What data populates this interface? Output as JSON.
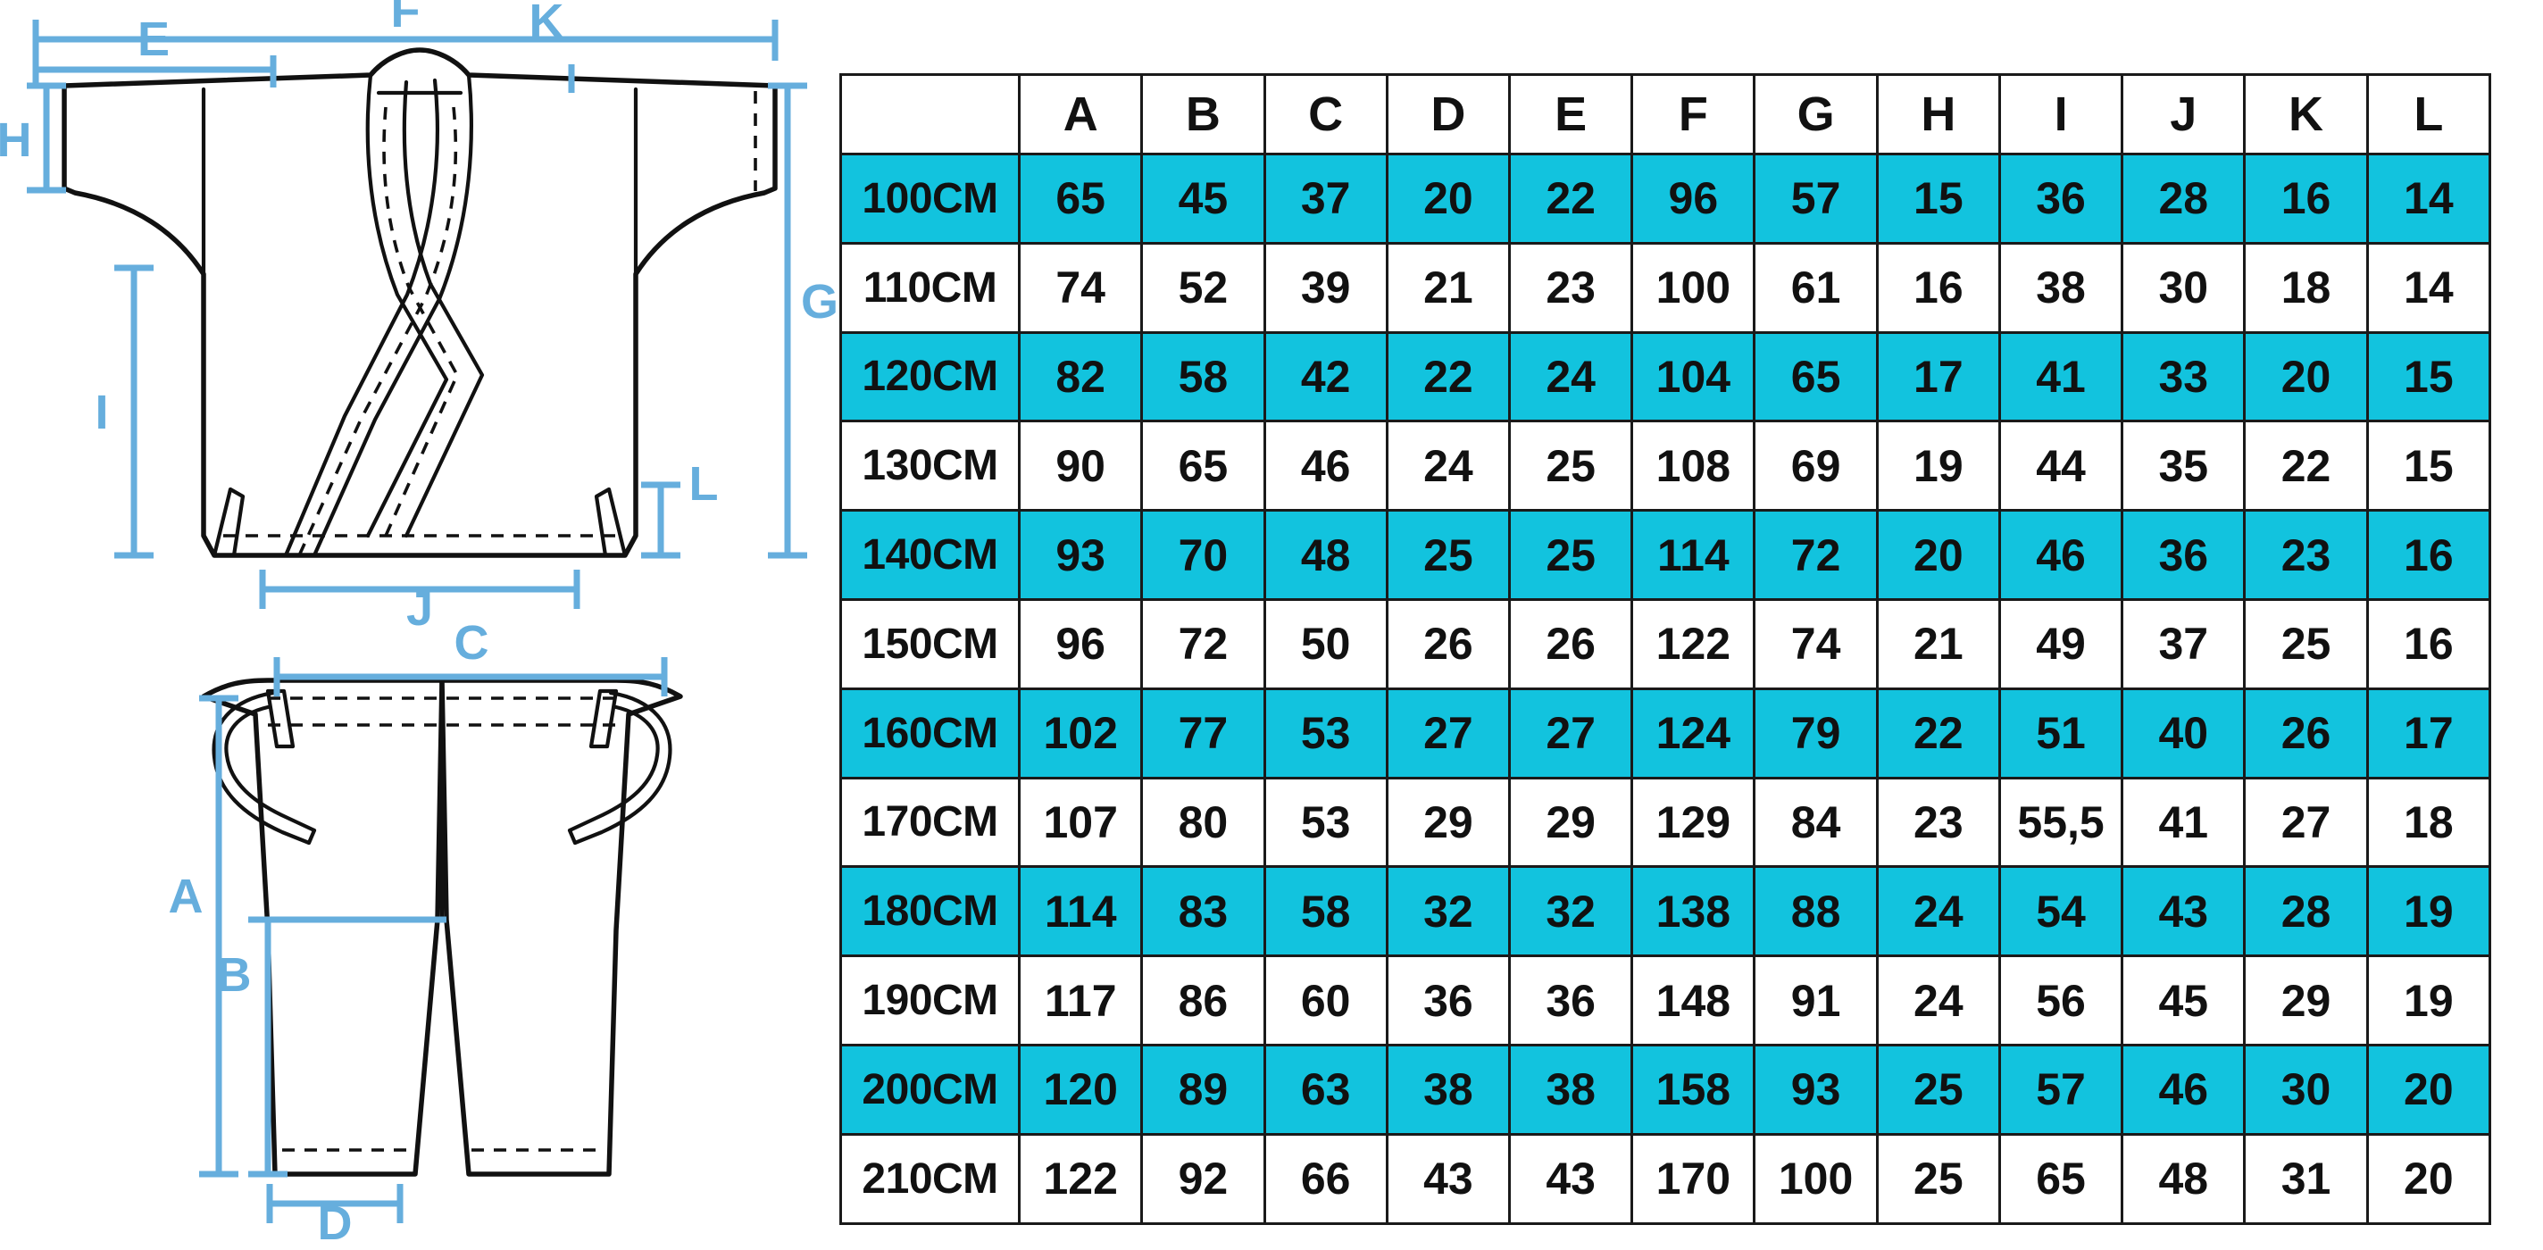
{
  "diagram": {
    "jacket": {
      "name": "karate-jacket-technical-drawing",
      "labels": [
        {
          "id": "F",
          "text": "F",
          "meaning": "jacket-total-sleeve-span"
        },
        {
          "id": "E",
          "text": "E",
          "meaning": "jacket-sleeve-length"
        },
        {
          "id": "K",
          "text": "K",
          "meaning": "jacket-shoulder-to-body-seam"
        },
        {
          "id": "H",
          "text": "H",
          "meaning": "jacket-sleeve-opening-height"
        },
        {
          "id": "G",
          "text": "G",
          "meaning": "jacket-total-length"
        },
        {
          "id": "I",
          "text": "I",
          "meaning": "jacket-body-length"
        },
        {
          "id": "L",
          "text": "L",
          "meaning": "jacket-side-vent-height"
        },
        {
          "id": "J",
          "text": "J",
          "meaning": "jacket-hem-width"
        }
      ]
    },
    "pants": {
      "name": "karate-pants-technical-drawing",
      "labels": [
        {
          "id": "C",
          "text": "C",
          "meaning": "pants-waist-width"
        },
        {
          "id": "A",
          "text": "A",
          "meaning": "pants-total-length"
        },
        {
          "id": "B",
          "text": "B",
          "meaning": "pants-inseam-length"
        },
        {
          "id": "D",
          "text": "D",
          "meaning": "pants-leg-opening-width"
        }
      ]
    }
  },
  "colors": {
    "accent_cyan": "#12C3DE",
    "accent_blue": "#66AEDD",
    "line_black": "#111111",
    "white": "#FFFFFF"
  },
  "chart_data": {
    "type": "table",
    "title": "",
    "corner_header": "",
    "columns": [
      "A",
      "B",
      "C",
      "D",
      "E",
      "F",
      "G",
      "H",
      "I",
      "J",
      "K",
      "L"
    ],
    "row_header_label": "",
    "rows": [
      {
        "size": "100CM",
        "highlight": true,
        "values": [
          "65",
          "45",
          "37",
          "20",
          "22",
          "96",
          "57",
          "15",
          "36",
          "28",
          "16",
          "14"
        ]
      },
      {
        "size": "110CM",
        "highlight": false,
        "values": [
          "74",
          "52",
          "39",
          "21",
          "23",
          "100",
          "61",
          "16",
          "38",
          "30",
          "18",
          "14"
        ]
      },
      {
        "size": "120CM",
        "highlight": true,
        "values": [
          "82",
          "58",
          "42",
          "22",
          "24",
          "104",
          "65",
          "17",
          "41",
          "33",
          "20",
          "15"
        ]
      },
      {
        "size": "130CM",
        "highlight": false,
        "values": [
          "90",
          "65",
          "46",
          "24",
          "25",
          "108",
          "69",
          "19",
          "44",
          "35",
          "22",
          "15"
        ]
      },
      {
        "size": "140CM",
        "highlight": true,
        "values": [
          "93",
          "70",
          "48",
          "25",
          "25",
          "114",
          "72",
          "20",
          "46",
          "36",
          "23",
          "16"
        ]
      },
      {
        "size": "150CM",
        "highlight": false,
        "values": [
          "96",
          "72",
          "50",
          "26",
          "26",
          "122",
          "74",
          "21",
          "49",
          "37",
          "25",
          "16"
        ]
      },
      {
        "size": "160CM",
        "highlight": true,
        "values": [
          "102",
          "77",
          "53",
          "27",
          "27",
          "124",
          "79",
          "22",
          "51",
          "40",
          "26",
          "17"
        ]
      },
      {
        "size": "170CM",
        "highlight": false,
        "values": [
          "107",
          "80",
          "53",
          "29",
          "29",
          "129",
          "84",
          "23",
          "55,5",
          "41",
          "27",
          "18"
        ]
      },
      {
        "size": "180CM",
        "highlight": true,
        "values": [
          "114",
          "83",
          "58",
          "32",
          "32",
          "138",
          "88",
          "24",
          "54",
          "43",
          "28",
          "19"
        ]
      },
      {
        "size": "190CM",
        "highlight": false,
        "values": [
          "117",
          "86",
          "60",
          "36",
          "36",
          "148",
          "91",
          "24",
          "56",
          "45",
          "29",
          "19"
        ]
      },
      {
        "size": "200CM",
        "highlight": true,
        "values": [
          "120",
          "89",
          "63",
          "38",
          "38",
          "158",
          "93",
          "25",
          "57",
          "46",
          "30",
          "20"
        ]
      },
      {
        "size": "210CM",
        "highlight": false,
        "values": [
          "122",
          "92",
          "66",
          "43",
          "43",
          "170",
          "100",
          "25",
          "65",
          "48",
          "31",
          "20"
        ]
      }
    ]
  }
}
